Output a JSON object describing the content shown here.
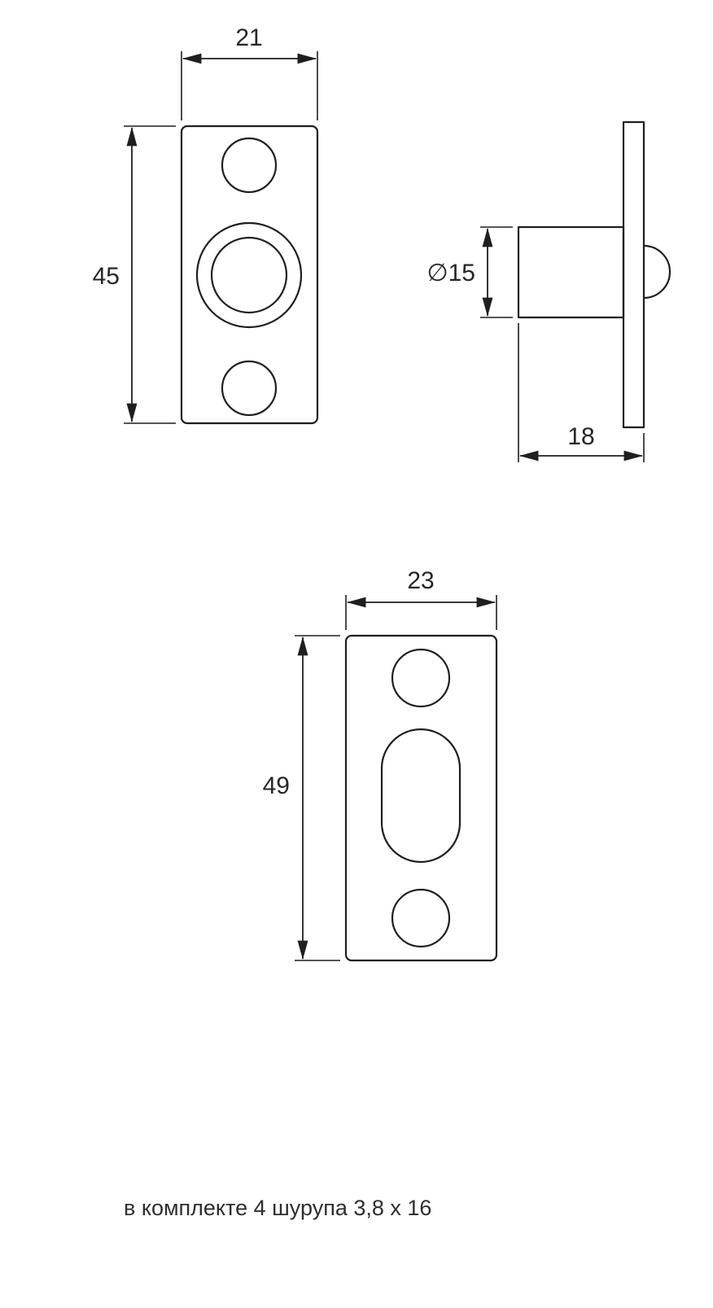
{
  "drawing": {
    "front_view": {
      "width_label": "21",
      "height_label": "45"
    },
    "side_view": {
      "diameter_label": "∅15",
      "depth_label": "18"
    },
    "strike_plate": {
      "width_label": "23",
      "height_label": "49"
    },
    "note": "в комплекте 4 шурупа 3,8 x 16",
    "line_color": "#1f1f1f"
  }
}
